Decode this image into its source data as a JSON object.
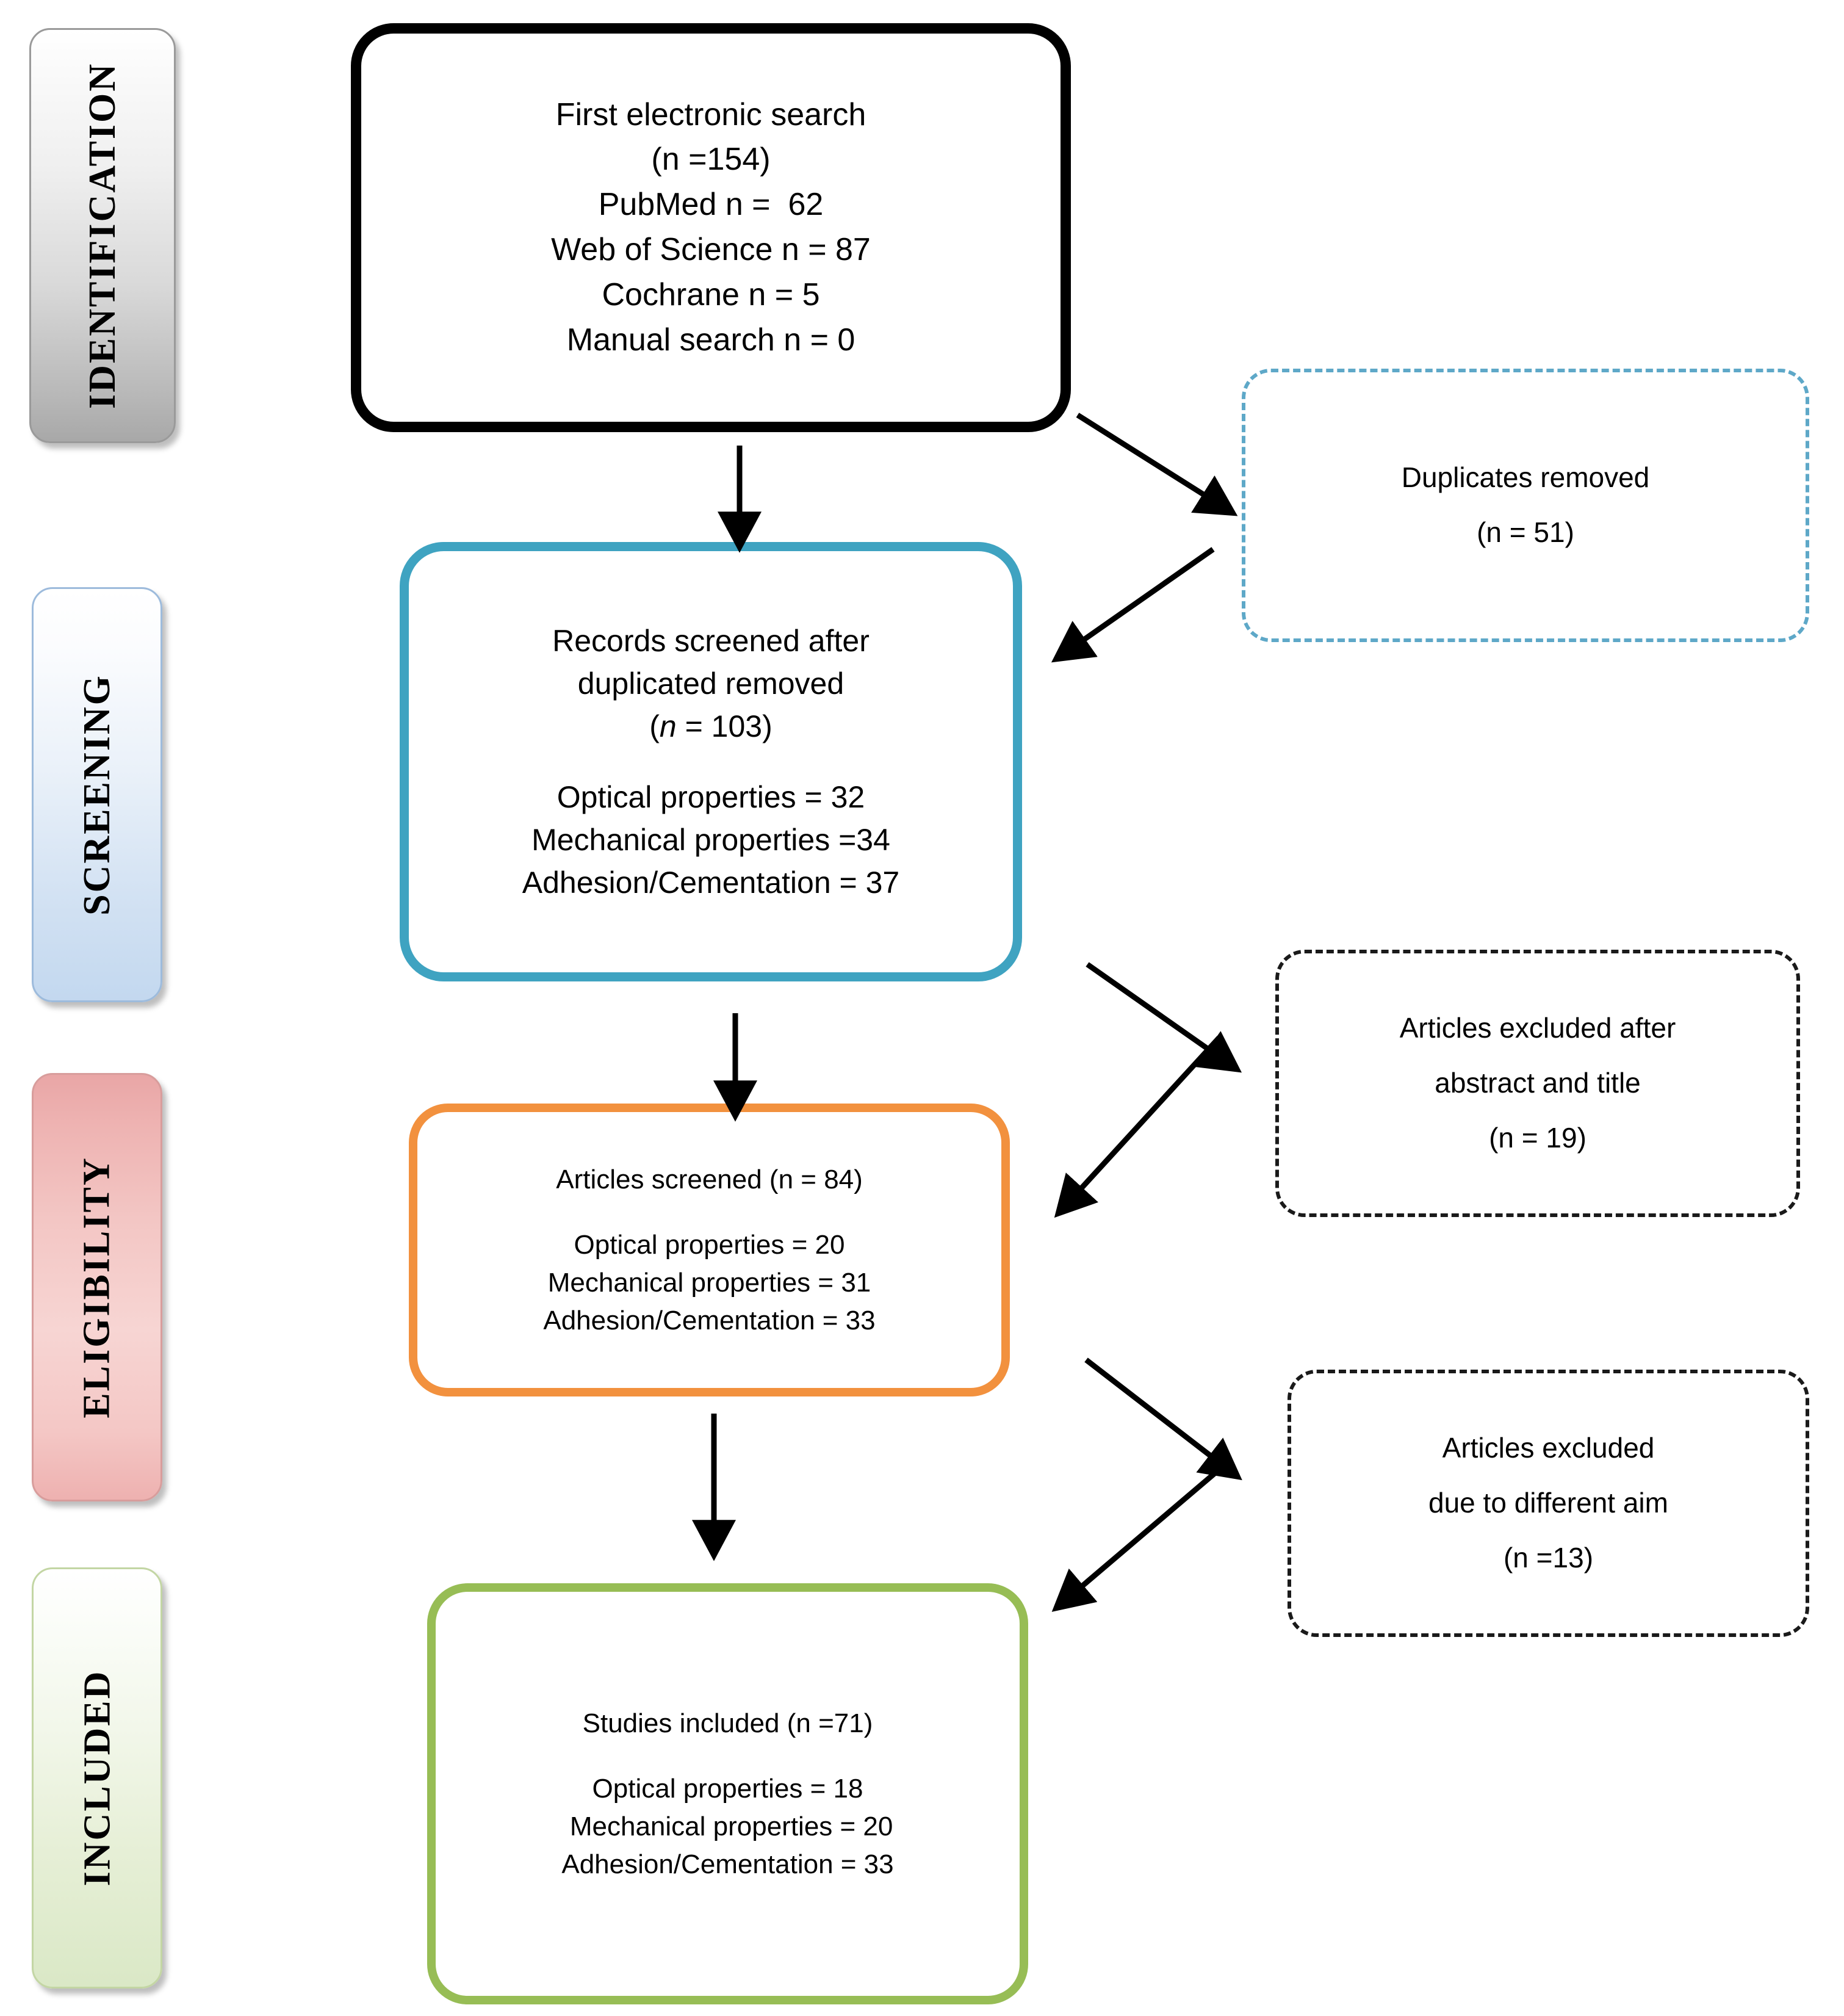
{
  "diagram": {
    "title": "PRISMA flow diagram",
    "stages": [
      {
        "id": "identification",
        "label": "IDENTIFICATION"
      },
      {
        "id": "screening",
        "label": "SCREENING"
      },
      {
        "id": "eligibility",
        "label": "ELIGIBILITY"
      },
      {
        "id": "included",
        "label": "INCLUDED"
      }
    ],
    "colors": {
      "identification_border": "#000000",
      "screening_border": "#3FA3C1",
      "eligibility_border": "#F2913E",
      "included_border": "#97BD55",
      "duplicates_border": "#5EA8C8",
      "excluded_border": "#1a1a1a",
      "arrow": "#000000"
    },
    "boxes": {
      "identification": {
        "lines": [
          "First electronic search",
          "(n =154)",
          "PubMed n =  62",
          "Web of Science n = 87",
          "Cochrane n = 5",
          "Manual search n = 0"
        ]
      },
      "screening": {
        "lines": [
          "Records screened after",
          "duplicated removed"
        ],
        "count_prefix": "(",
        "count_n": "n",
        "count_suffix": " = 103)",
        "detail_lines": [
          "Optical properties = 32",
          "Mechanical properties =34",
          "Adhesion/Cementation = 37"
        ]
      },
      "eligibility": {
        "heading": "Articles screened (n = 84)",
        "detail_lines": [
          "Optical properties = 20",
          "Mechanical properties = 31",
          "Adhesion/Cementation = 33"
        ]
      },
      "included": {
        "heading": "Studies included (n =71)",
        "detail_lines": [
          "Optical properties = 18",
          " Mechanical properties = 20",
          "Adhesion/Cementation = 33"
        ]
      },
      "duplicates": {
        "lines": [
          "Duplicates removed",
          "(n = 51)"
        ]
      },
      "excluded_abstract": {
        "lines": [
          "Articles excluded after",
          "abstract and title",
          "(n = 19)"
        ]
      },
      "excluded_aim": {
        "lines": [
          "Articles excluded",
          "due to different aim",
          "(n =13)"
        ]
      }
    },
    "arrows": [
      {
        "id": "identification-to-screening",
        "kind": "vertical-down"
      },
      {
        "id": "identification-to-duplicates",
        "kind": "diagonal-down-right"
      },
      {
        "id": "duplicates-to-screening",
        "kind": "diagonal-down-left"
      },
      {
        "id": "screening-to-eligibility",
        "kind": "vertical-down"
      },
      {
        "id": "screening-to-excluded-abstract",
        "kind": "diagonal-down-right"
      },
      {
        "id": "excluded-abstract-to-eligibility",
        "kind": "diagonal-down-left"
      },
      {
        "id": "eligibility-to-included",
        "kind": "vertical-down"
      },
      {
        "id": "eligibility-to-excluded-aim",
        "kind": "diagonal-down-right"
      },
      {
        "id": "excluded-aim-to-included",
        "kind": "diagonal-down-left"
      }
    ]
  }
}
